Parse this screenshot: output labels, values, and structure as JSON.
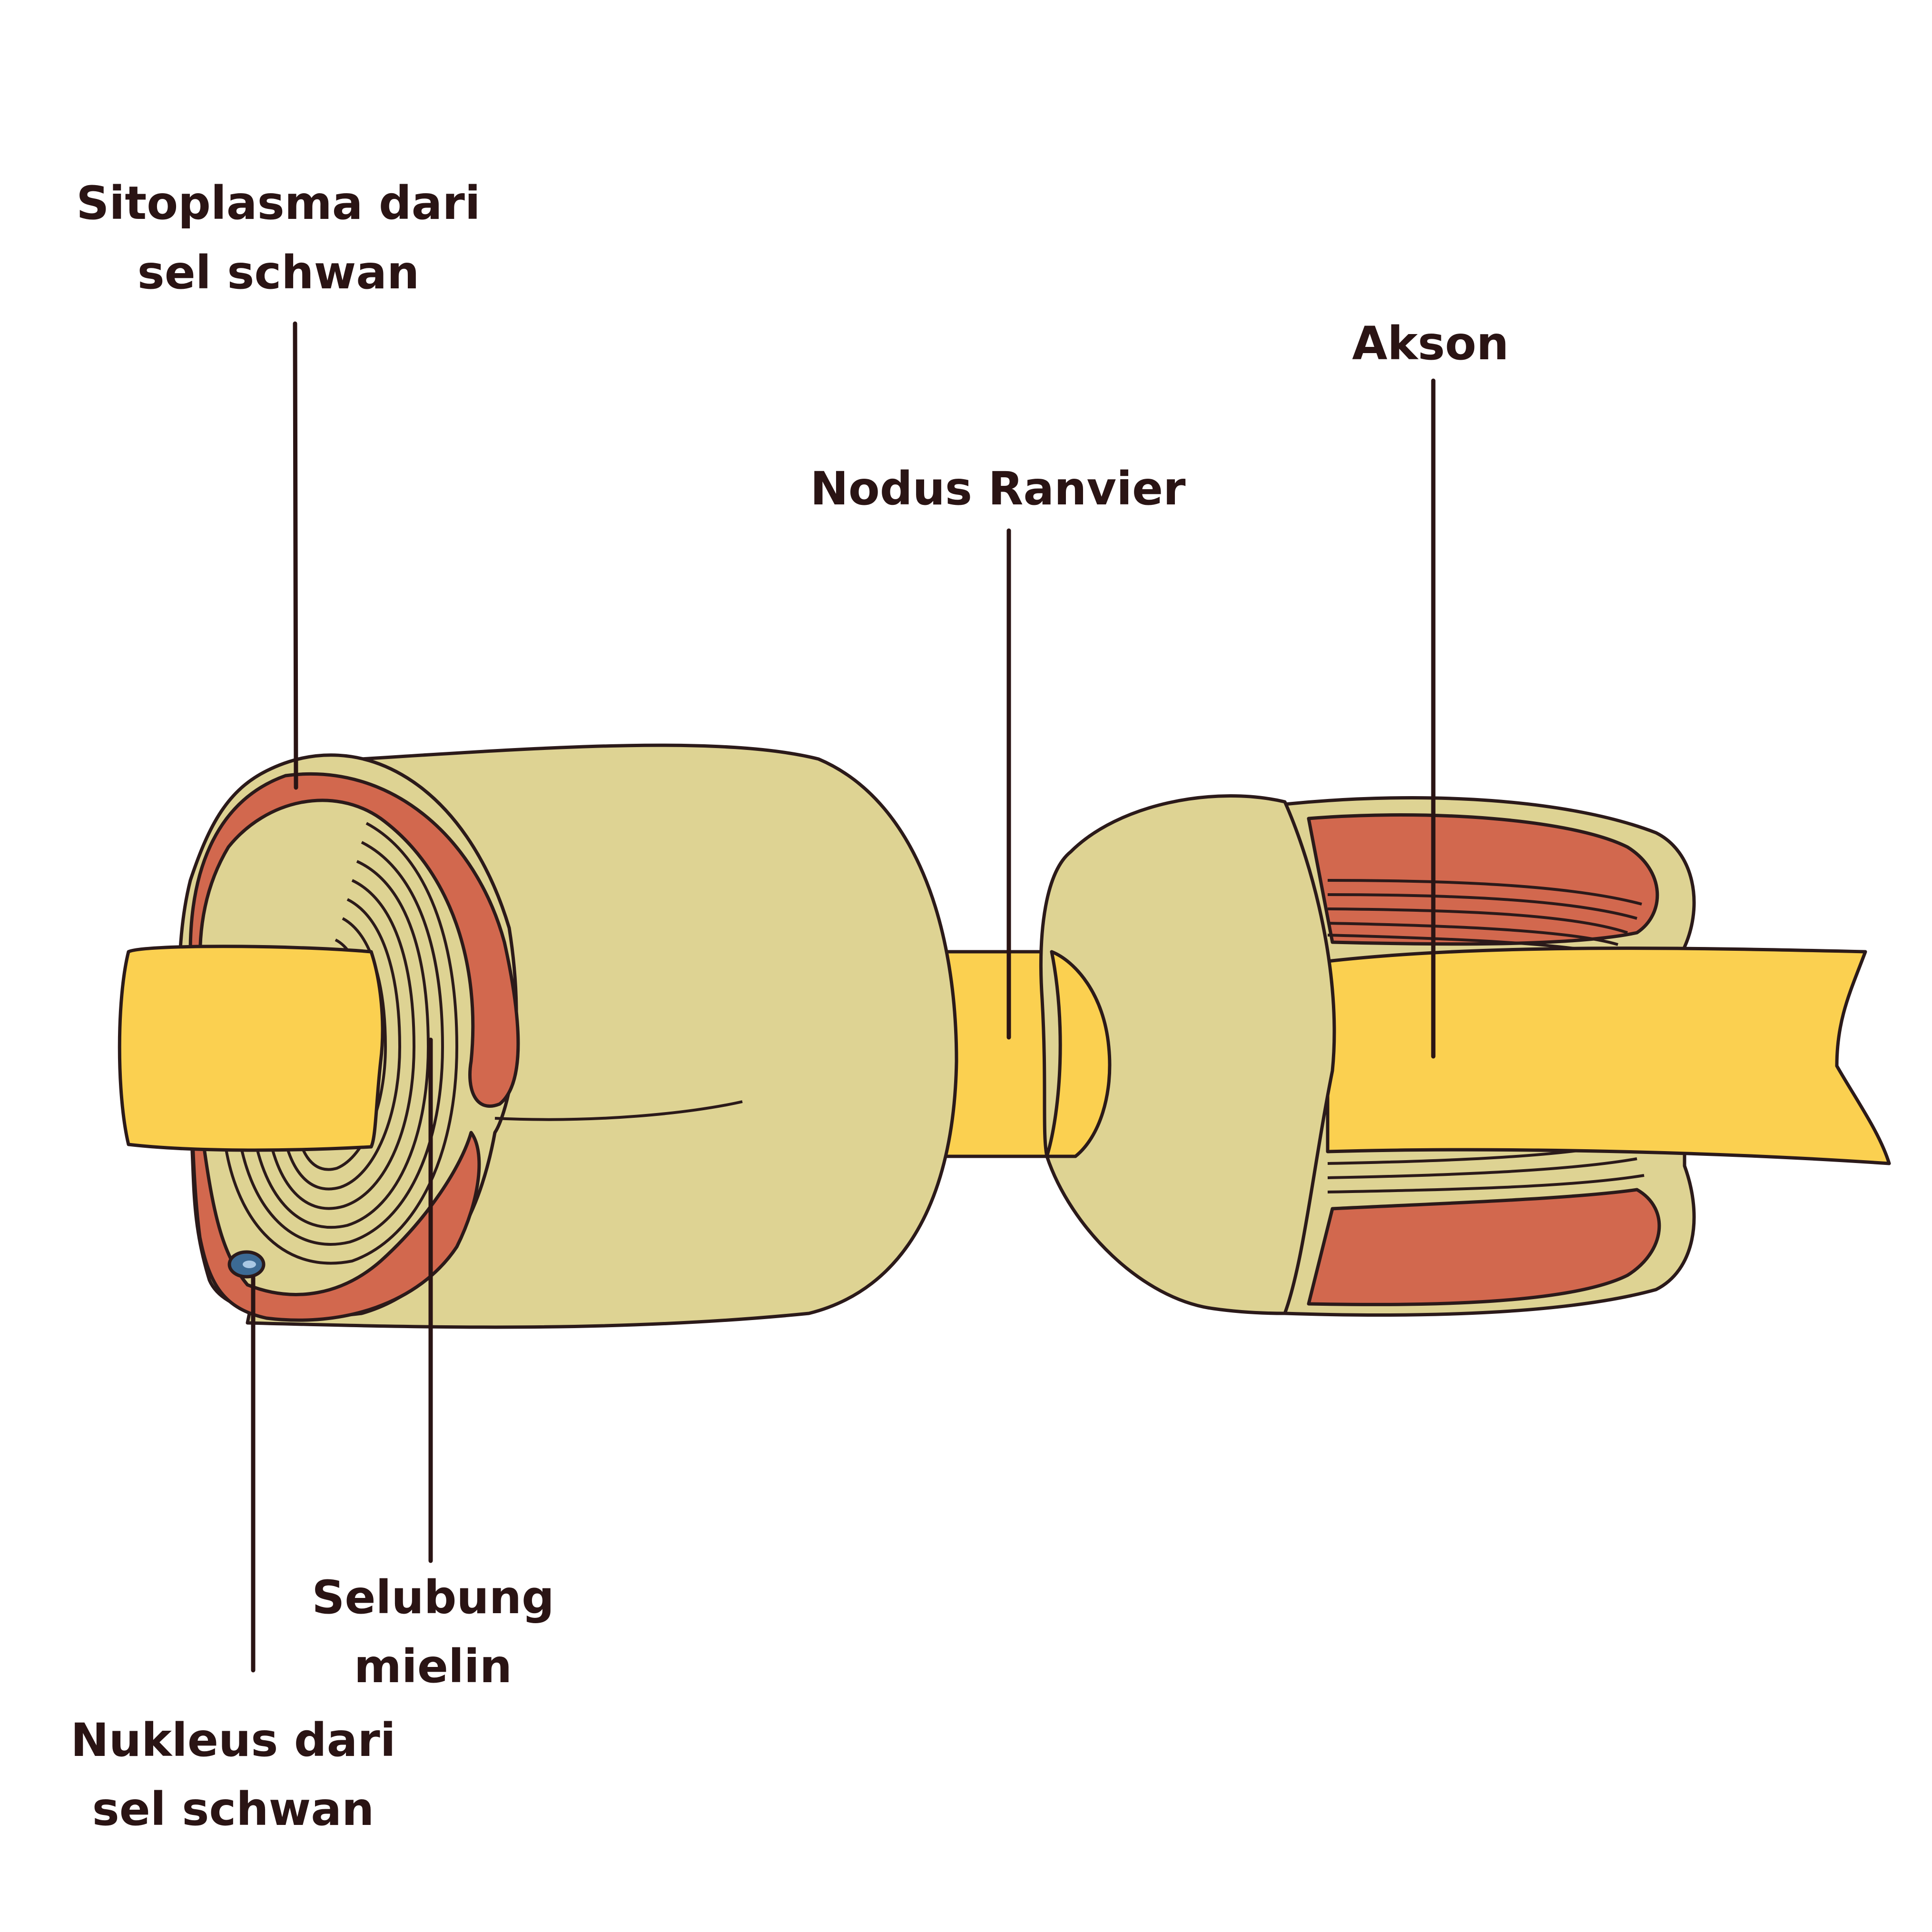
{
  "labels": {
    "cytoplasm_line1": "Sitoplasma dari",
    "cytoplasm_line2": "sel schwan",
    "axon": "Akson",
    "node": "Nodus Ranvier",
    "myelin_line1": "Selubung",
    "myelin_line2": "mielin",
    "nucleus_line1": "Nukleus dari",
    "nucleus_line2": "sel schwan"
  },
  "colors": {
    "axon": "#fbd050",
    "myelin": "#ded393",
    "cytoplasm": "#d2684e",
    "nucleus": "#3c6a94",
    "outline": "#2b1a1a",
    "label_text": "#2a1414"
  }
}
